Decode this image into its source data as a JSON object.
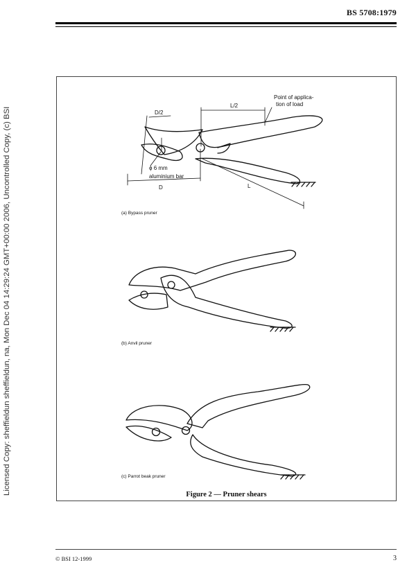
{
  "header": {
    "standard_number": "BS 5708:1979"
  },
  "watermark": "Licensed Copy: sheffieldun sheffieldun, na, Mon Dec 04 14:29:24 GMT+00:00 2006, Uncontrolled Copy, (c) BSI",
  "figure": {
    "caption": "Figure 2 — Pruner shears",
    "panels": [
      {
        "label": "(a) Bypass pruner"
      },
      {
        "label": "(b) Anvil pruner"
      },
      {
        "label": "(c) Parrot beak pruner"
      }
    ],
    "annotations": {
      "load_point": [
        "Point of applica-",
        "tion of load"
      ],
      "half_d": "D/2",
      "half_l": "L/2",
      "bar_size": "ϕ 6 mm",
      "bar_material": "aluminium bar",
      "dim_d": "D",
      "dim_l": "L"
    }
  },
  "footer": {
    "copyright": "© BSI 12-1999",
    "page_number": "3"
  }
}
